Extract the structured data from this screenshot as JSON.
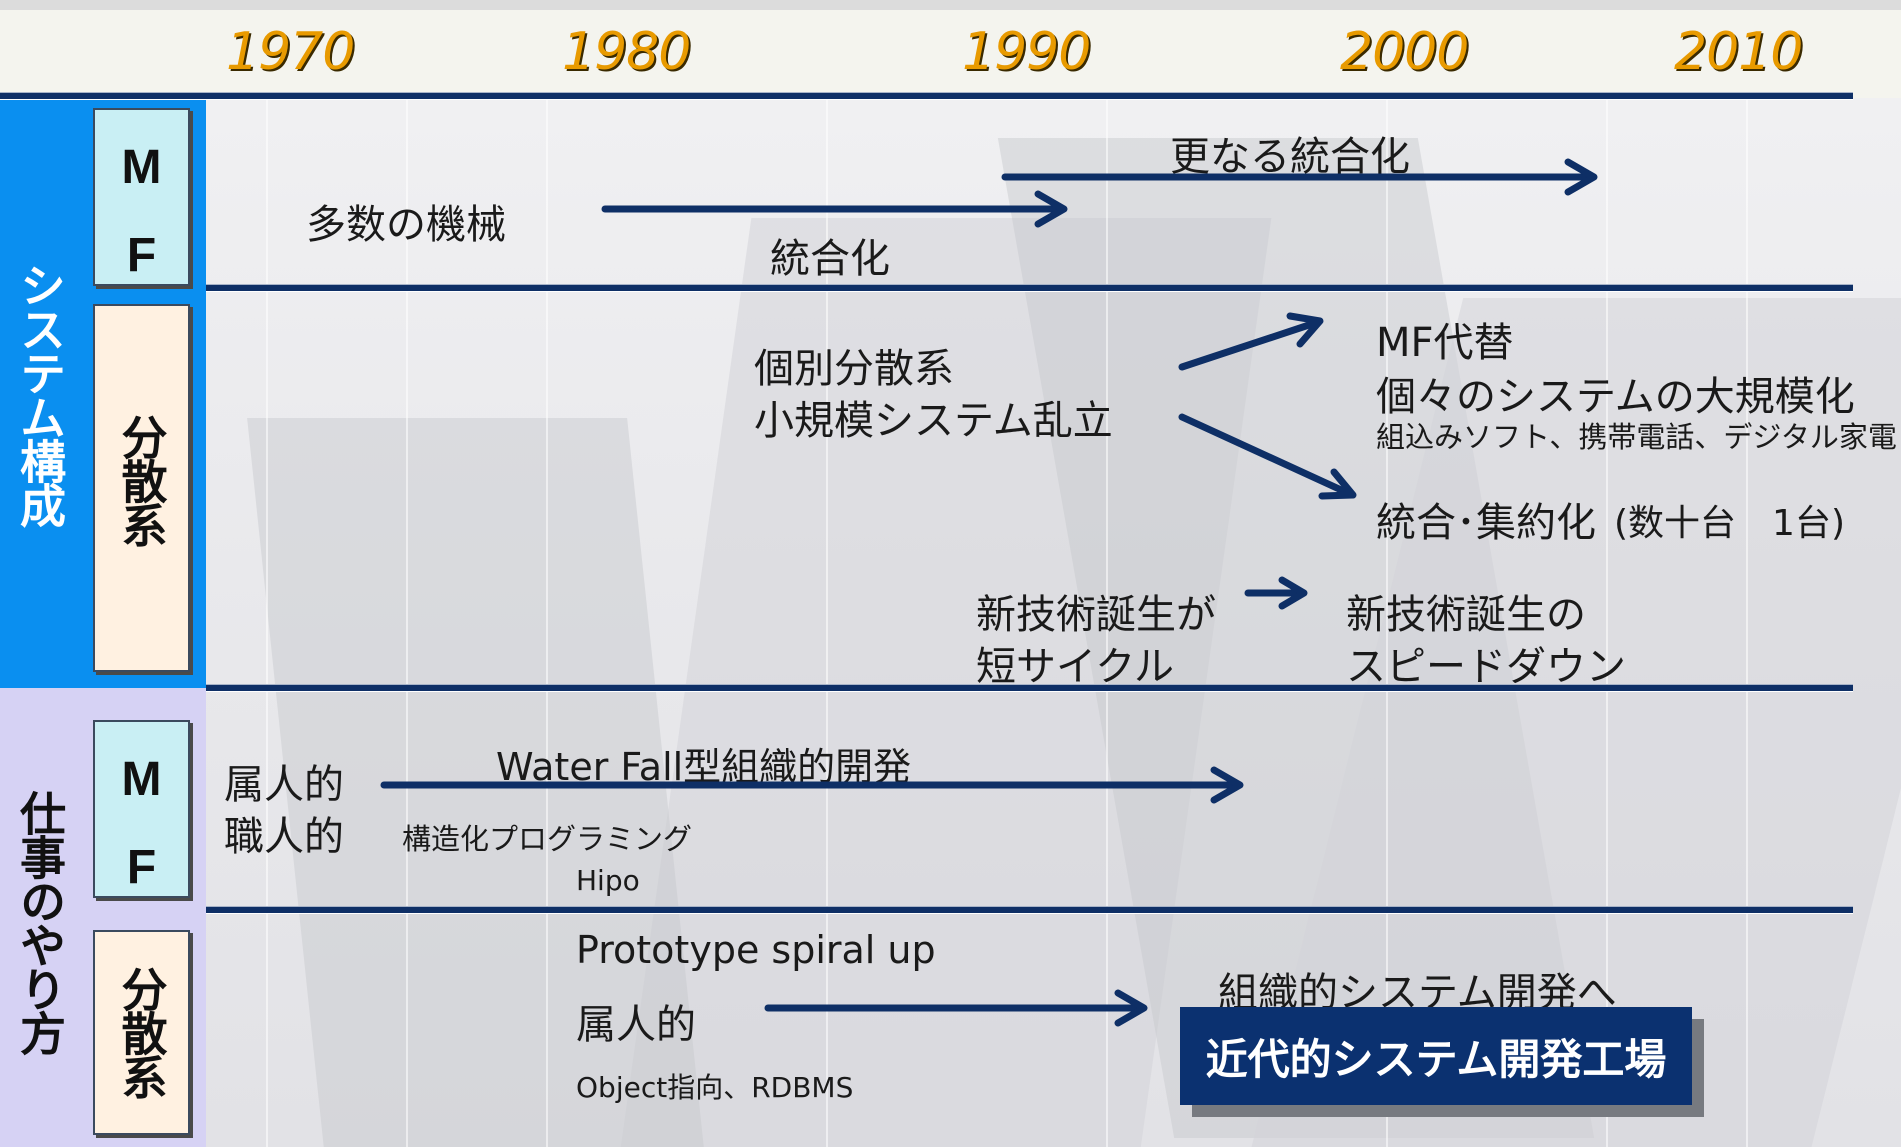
{
  "timeline": {
    "years": [
      "1970",
      "1980",
      "1990",
      "2000",
      "2010"
    ]
  },
  "categories": {
    "system": "システム構成",
    "work": "仕事のやり方"
  },
  "sub": {
    "mf_m": "M",
    "mf_f": "F",
    "bunsan": "分散系"
  },
  "row_system_mf": {
    "many_machines": "多数の機械",
    "integration": "統合化",
    "further_integration": "更なる統合化"
  },
  "row_system_bunsan": {
    "individual_line1": "個別分散系",
    "individual_line2": "小規模システム乱立",
    "mf_replace_line1": "MF代替",
    "mf_replace_line2": "個々のシステムの大規模化",
    "mf_replace_line3": "組込みソフト、携帯電話、デジタル家電",
    "consolidation": "統合･集約化",
    "consolidation_detail": "(数十台　1台)",
    "new_tech_a_line1": "新技術誕生が",
    "new_tech_a_line2": "短サイクル",
    "new_tech_b_line1": "新技術誕生の",
    "new_tech_b_line2": "スピードダウン"
  },
  "row_work_mf": {
    "person_line1": "属人的",
    "person_line2": "職人的",
    "waterfall": "Water Fall型組織的開発",
    "structured": "構造化プログラミング",
    "hipo": "Hipo"
  },
  "row_work_bunsan": {
    "prototype": "Prototype spiral up",
    "person": "属人的",
    "object": "Object指向、RDBMS",
    "org_dev": "組織的システム開発へ",
    "factory": "近代的システム開発工場"
  },
  "colors": {
    "line": "#0e2f66",
    "year": "#e89a00",
    "system_category": "#0a8ff0",
    "work_category": "#d6d2f4",
    "mf_box": "#c9eff4",
    "bunsan_box": "#fff1e1",
    "factory_box": "#0b3170"
  }
}
